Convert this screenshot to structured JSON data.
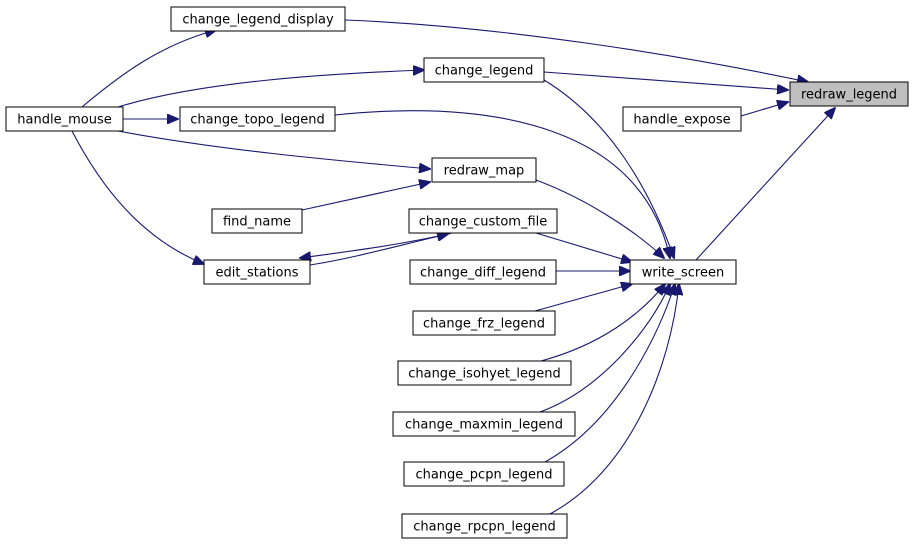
{
  "graph": {
    "highlight_color": "#bfbfbf",
    "edge_color": "#191970",
    "nodes": [
      {
        "id": "redraw_legend",
        "label": "redraw_legend",
        "highlight": true
      },
      {
        "id": "change_legend_display",
        "label": "change_legend_display"
      },
      {
        "id": "change_legend",
        "label": "change_legend"
      },
      {
        "id": "handle_expose",
        "label": "handle_expose"
      },
      {
        "id": "write_screen",
        "label": "write_screen"
      },
      {
        "id": "handle_mouse",
        "label": "handle_mouse"
      },
      {
        "id": "change_topo_legend",
        "label": "change_topo_legend"
      },
      {
        "id": "redraw_map",
        "label": "redraw_map"
      },
      {
        "id": "find_name",
        "label": "find_name"
      },
      {
        "id": "change_custom_file",
        "label": "change_custom_file"
      },
      {
        "id": "edit_stations",
        "label": "edit_stations"
      },
      {
        "id": "change_diff_legend",
        "label": "change_diff_legend"
      },
      {
        "id": "change_frz_legend",
        "label": "change_frz_legend"
      },
      {
        "id": "change_isohyet_legend",
        "label": "change_isohyet_legend"
      },
      {
        "id": "change_maxmin_legend",
        "label": "change_maxmin_legend"
      },
      {
        "id": "change_pcpn_legend",
        "label": "change_pcpn_legend"
      },
      {
        "id": "change_rpcpn_legend",
        "label": "change_rpcpn_legend"
      }
    ],
    "edges": [
      {
        "from": "change_legend_display",
        "to": "redraw_legend"
      },
      {
        "from": "change_legend",
        "to": "redraw_legend"
      },
      {
        "from": "handle_expose",
        "to": "redraw_legend"
      },
      {
        "from": "write_screen",
        "to": "redraw_legend"
      },
      {
        "from": "handle_mouse",
        "to": "change_legend_display"
      },
      {
        "from": "handle_mouse",
        "to": "change_legend"
      },
      {
        "from": "handle_mouse",
        "to": "change_topo_legend"
      },
      {
        "from": "handle_mouse",
        "to": "redraw_map"
      },
      {
        "from": "handle_mouse",
        "to": "edit_stations"
      },
      {
        "from": "find_name",
        "to": "redraw_map"
      },
      {
        "from": "change_custom_file",
        "to": "edit_stations"
      },
      {
        "from": "edit_stations",
        "to": "change_custom_file"
      },
      {
        "from": "change_legend",
        "to": "write_screen"
      },
      {
        "from": "change_topo_legend",
        "to": "write_screen"
      },
      {
        "from": "redraw_map",
        "to": "write_screen"
      },
      {
        "from": "change_custom_file",
        "to": "write_screen"
      },
      {
        "from": "change_diff_legend",
        "to": "write_screen"
      },
      {
        "from": "change_frz_legend",
        "to": "write_screen"
      },
      {
        "from": "change_isohyet_legend",
        "to": "write_screen"
      },
      {
        "from": "change_maxmin_legend",
        "to": "write_screen"
      },
      {
        "from": "change_pcpn_legend",
        "to": "write_screen"
      },
      {
        "from": "change_rpcpn_legend",
        "to": "write_screen"
      }
    ]
  }
}
